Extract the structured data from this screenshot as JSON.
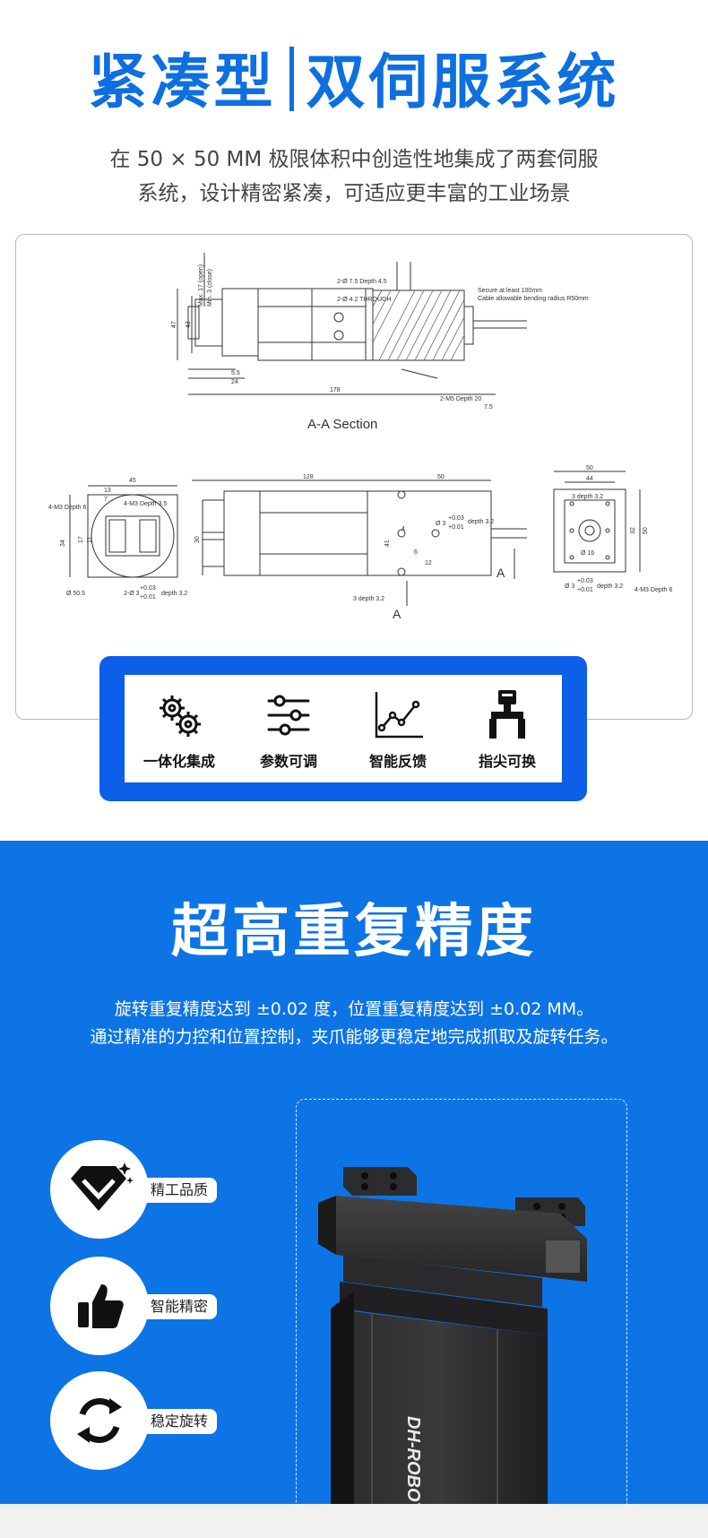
{
  "section1": {
    "title_left": "紧凑型",
    "title_right": "双伺服系统",
    "subtitle_line1": "在 50 × 50 MM 极限体积中创造性地集成了两套伺服",
    "subtitle_line2": "系统，设计精密紧凑，可适应更丰富的工业场景",
    "drawing": {
      "section_label": "A-A Section",
      "callouts": {
        "hole_top": "2-Ø 7.5 Depth 4.5",
        "through": "2-Ø 4.2 THROUGH",
        "cable_note_1": "Secure at least 100mm",
        "cable_note_2": "Cable allowable bending radius R50mm",
        "open_1": "Max. 17 (open)",
        "open_2": "Min. 3 (close)",
        "m5": "2-M5 Depth 20",
        "m3_left": "4-M3 Depth 6",
        "m3_left2": "4-M3 Depth 3.5",
        "bore_left": "2-Ø 3",
        "tol_plus": "+0.03",
        "tol_plus2": "+0.01",
        "depth32": "depth 3.2",
        "bore_mid": "Ø 3",
        "bore_right": "Ø 3",
        "depth32_side": "3 depth 3.2",
        "dia16": "Ø 16",
        "dia505": "Ø 50.5",
        "m3_right": "4-M3 Depth 6",
        "sec_a": "A"
      },
      "dims": {
        "d178": "178",
        "d128": "128",
        "d50a": "50",
        "d50b": "50",
        "d45": "45",
        "d44": "44",
        "d13": "13",
        "d7": "7",
        "d24": "24",
        "d55": "5.5",
        "d75": "7.5",
        "d47": "47",
        "d43": "43",
        "d34": "34",
        "d17": "17",
        "d11": "11",
        "d30": "30",
        "d41": "41",
        "d12": "12",
        "d6": "6",
        "d4": "4",
        "d32": "32",
        "d50c": "50"
      }
    },
    "features": [
      {
        "icon": "gears-icon",
        "label": "一体化集成"
      },
      {
        "icon": "sliders-icon",
        "label": "参数可调"
      },
      {
        "icon": "line-chart-icon",
        "label": "智能反馈"
      },
      {
        "icon": "gripper-icon",
        "label": "指尖可换"
      }
    ]
  },
  "section2": {
    "title": "超高重复精度",
    "subtitle_line1": "旋转重复精度达到 ±0.02 度，位置重复精度达到 ±0.02 MM。",
    "subtitle_line2": "通过精准的力控和位置控制，夹爪能够更稳定地完成抓取及旋转任务。",
    "badges": [
      {
        "icon": "diamond-icon",
        "label": "精工品质"
      },
      {
        "icon": "thumbs-up-icon",
        "label": "智能精密"
      },
      {
        "icon": "rotate-icon",
        "label": "稳定旋转"
      }
    ],
    "product_brand": "DH-ROBOTIC"
  },
  "colors": {
    "brand_blue": "#0d6fe0",
    "frame_blue": "#0d5ee8",
    "section_blue": "#0d74e6"
  }
}
